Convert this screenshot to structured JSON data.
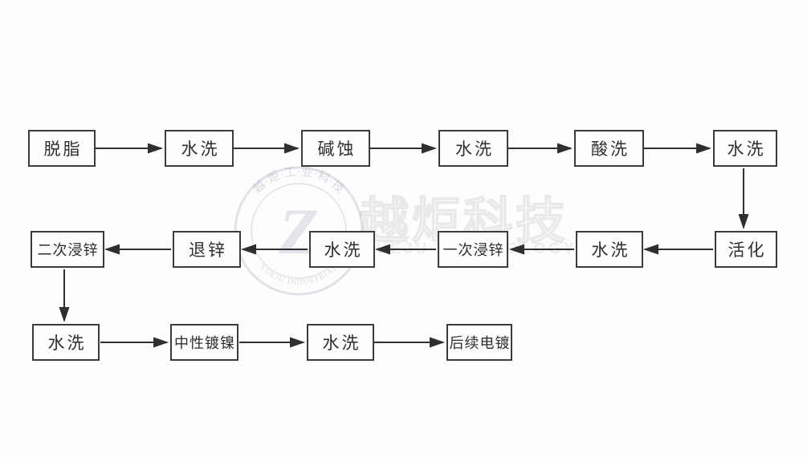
{
  "diagram": {
    "type": "flowchart",
    "description": "Zincate nickel electroplating pretreatment process flow",
    "nodes": [
      {
        "id": "n0",
        "label": "脱脂"
      },
      {
        "id": "n1",
        "label": "水洗"
      },
      {
        "id": "n2",
        "label": "碱蚀"
      },
      {
        "id": "n3",
        "label": "水洗"
      },
      {
        "id": "n4",
        "label": "酸洗"
      },
      {
        "id": "n5",
        "label": "水洗"
      },
      {
        "id": "n6",
        "label": "活化"
      },
      {
        "id": "n7",
        "label": "水洗"
      },
      {
        "id": "n8",
        "label": "一次浸锌"
      },
      {
        "id": "n9",
        "label": "水洗"
      },
      {
        "id": "n10",
        "label": "退锌"
      },
      {
        "id": "n11",
        "label": "二次浸锌"
      },
      {
        "id": "n12",
        "label": "水洗"
      },
      {
        "id": "n13",
        "label": "中性镀镍"
      },
      {
        "id": "n14",
        "label": "水洗"
      },
      {
        "id": "n15",
        "label": "后续电镀"
      }
    ],
    "flow_sequence": [
      "脱脂",
      "水洗",
      "碱蚀",
      "水洗",
      "酸洗",
      "水洗",
      "活化",
      "水洗",
      "一次浸锌",
      "水洗",
      "退锌",
      "二次浸锌",
      "水洗",
      "中性镀镍",
      "水洗",
      "后续电镀"
    ],
    "edges": [
      {
        "from": "n0",
        "to": "n1",
        "direction": "right"
      },
      {
        "from": "n1",
        "to": "n2",
        "direction": "right"
      },
      {
        "from": "n2",
        "to": "n3",
        "direction": "right"
      },
      {
        "from": "n3",
        "to": "n4",
        "direction": "right"
      },
      {
        "from": "n4",
        "to": "n5",
        "direction": "right"
      },
      {
        "from": "n5",
        "to": "n6",
        "direction": "down"
      },
      {
        "from": "n6",
        "to": "n7",
        "direction": "left"
      },
      {
        "from": "n7",
        "to": "n8",
        "direction": "left"
      },
      {
        "from": "n8",
        "to": "n9",
        "direction": "left"
      },
      {
        "from": "n9",
        "to": "n10",
        "direction": "left"
      },
      {
        "from": "n10",
        "to": "n11",
        "direction": "left"
      },
      {
        "from": "n11",
        "to": "n12",
        "direction": "down"
      },
      {
        "from": "n12",
        "to": "n13",
        "direction": "right"
      },
      {
        "from": "n13",
        "to": "n14",
        "direction": "right"
      },
      {
        "from": "n14",
        "to": "n15",
        "direction": "right"
      }
    ],
    "watermark": {
      "seal_letter": "Z",
      "seal_top_text": "越·炬·工·业·科·技",
      "seal_bottom_text": "YUEJU INDUSTRIAL",
      "text_cn": "越炬科技",
      "text_en": "YUEJU TECHNOLOGY"
    },
    "colors": {
      "background": "#fdfdfd",
      "box_border": "#3c3c3c",
      "box_fill": "#fefefe",
      "text": "#2e2e2e",
      "arrow": "#2f2f2f",
      "watermark_tint": "#6e7a94"
    }
  }
}
